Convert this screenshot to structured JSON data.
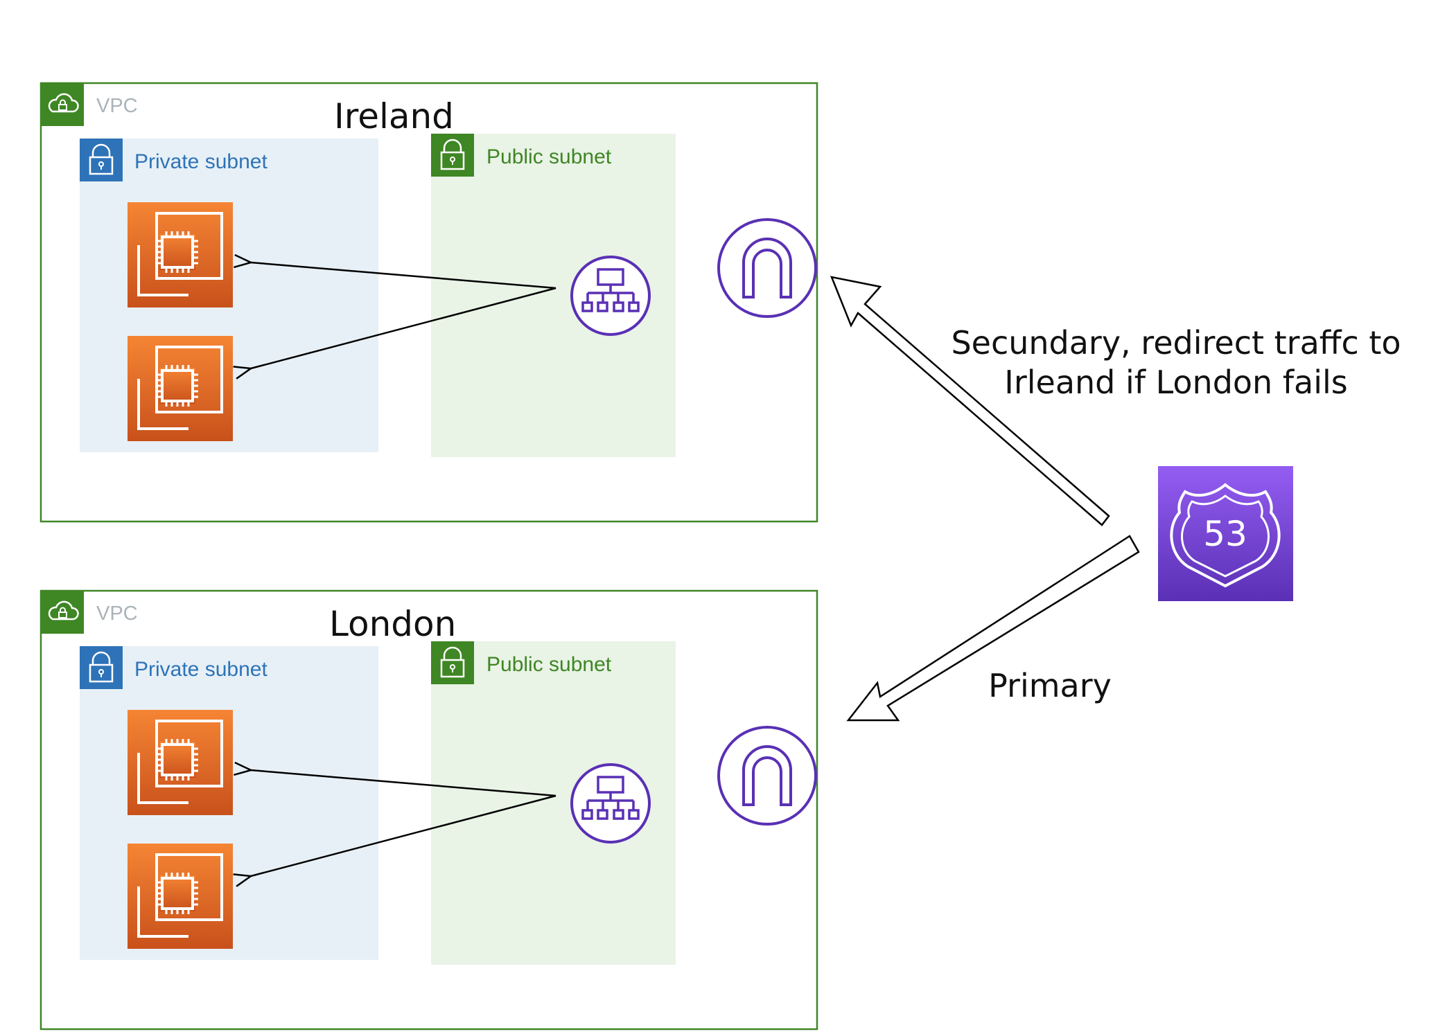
{
  "colors": {
    "vpc_border": "#3f8624",
    "private_subnet_fill": "#e7f0f6",
    "private_subnet_icon": "#2e73b8",
    "public_subnet_fill": "#e9f3e6",
    "public_subnet_icon": "#3f8624",
    "ec2_gradient_top": "#f58534",
    "ec2_gradient_bottom": "#c8511b",
    "purple": "#5a30b5",
    "route53_gradient_top": "#945df2",
    "route53_gradient_bottom": "#5a30b5"
  },
  "regions": [
    {
      "name": "Ireland",
      "vpc_label": "VPC",
      "private_subnet_label": "Private subnet",
      "public_subnet_label": "Public subnet",
      "icons": [
        "vpc-cloud-icon",
        "private-subnet-lock-icon",
        "public-subnet-lock-icon",
        "ec2-instance-icon",
        "ec2-instance-icon",
        "load-balancer-icon",
        "internet-gateway-icon"
      ]
    },
    {
      "name": "London",
      "vpc_label": "VPC",
      "private_subnet_label": "Private subnet",
      "public_subnet_label": "Public subnet",
      "icons": [
        "vpc-cloud-icon",
        "private-subnet-lock-icon",
        "public-subnet-lock-icon",
        "ec2-instance-icon",
        "ec2-instance-icon",
        "load-balancer-icon",
        "internet-gateway-icon"
      ]
    }
  ],
  "route53": {
    "badge_text": "53",
    "icon": "route53-shield-icon"
  },
  "routing": {
    "secondary_line1": "Secundary, redirect traffc to",
    "secondary_line2": "Irleand if London fails",
    "primary": "Primary"
  }
}
